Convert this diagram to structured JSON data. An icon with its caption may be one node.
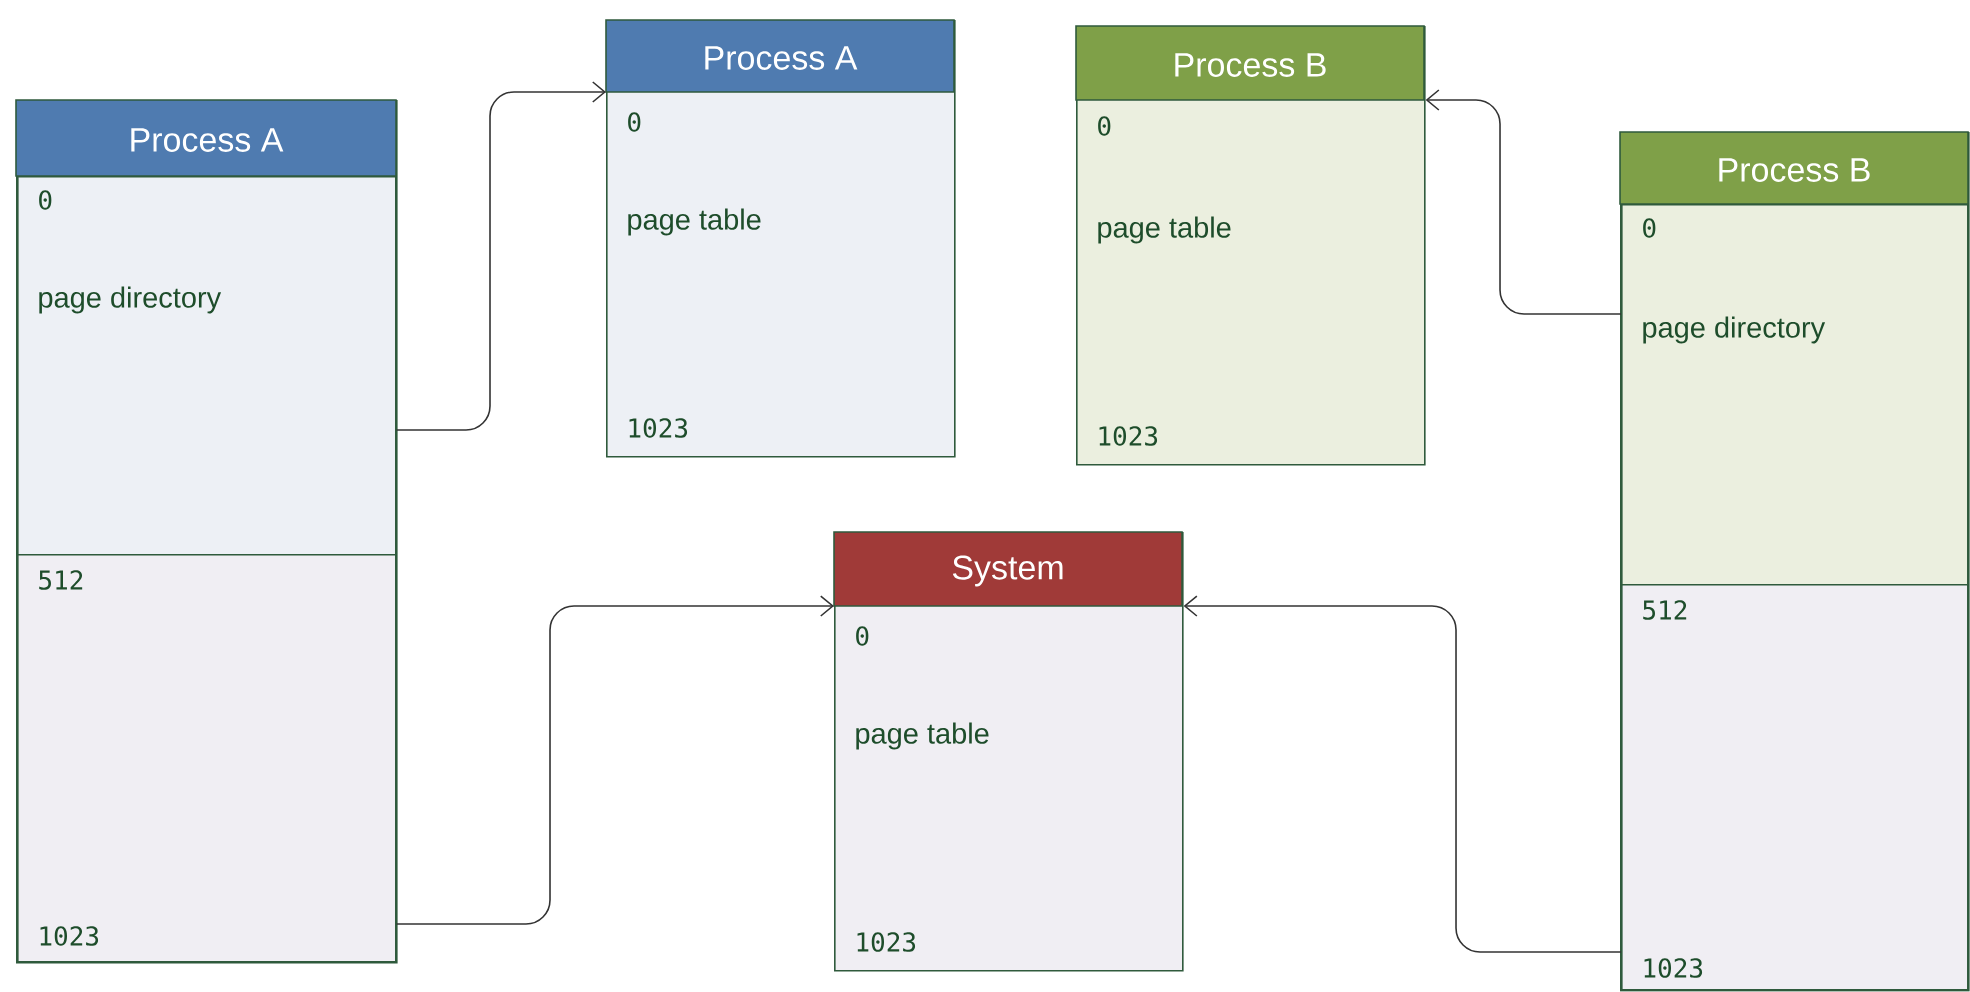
{
  "diagram": {
    "nodes": [
      {
        "text": [
          "Process A"
        ]
      },
      {
        "text": [
          "0",
          "page directory"
        ],
        "in": 0
      },
      {
        "text": [
          "512",
          "1023"
        ],
        "in": 0
      },
      {
        "text": [
          "Process A",
          "0",
          "page table",
          "1023"
        ]
      },
      {
        "text": [
          "Process B",
          "0",
          "page table",
          "1023"
        ]
      },
      {
        "text": [
          "Process B"
        ]
      },
      {
        "text": [
          "0",
          "page directory"
        ],
        "in": 5
      },
      {
        "text": [
          "512",
          "1023"
        ],
        "in": 5
      },
      {
        "text": [
          "System",
          "0",
          "page table",
          "1023"
        ]
      }
    ],
    "edges": [
      {
        "from": 1,
        "to": 3,
        "arrow": "to"
      },
      {
        "from": 2,
        "to": 8,
        "arrow": "to"
      },
      {
        "from": 6,
        "to": 4,
        "arrow": "to"
      },
      {
        "from": 7,
        "to": 8,
        "arrow": "to"
      }
    ]
  }
}
